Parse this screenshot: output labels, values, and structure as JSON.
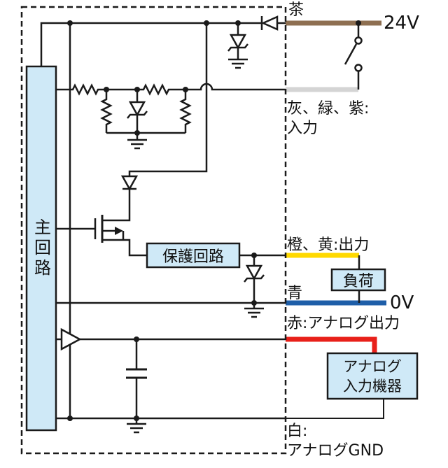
{
  "diagram": {
    "blocks": {
      "main_circuit": "主回路",
      "protection_circuit": "保護回路",
      "load": "負荷",
      "analog_device_line1": "アナログ",
      "analog_device_line2": "入力機器"
    },
    "wire_labels": {
      "brown": "茶",
      "supply": "24V",
      "input_colors": "灰、緑、紫:",
      "input": "入力",
      "output": "橙、黄:出力",
      "blue": "青",
      "zero_v": "0V",
      "analog_output": "赤:アナログ出力",
      "white": "白:",
      "analog_gnd": "アナログGND"
    },
    "colors": {
      "wire_brown": "#8e6f51",
      "wire_gray": "#d4d4d4",
      "wire_yellow": "#ffd900",
      "wire_blue": "#1e5ea8",
      "wire_red": "#e8201a",
      "box_fill": "#cfe9f7",
      "line": "#1a1a1a"
    }
  }
}
